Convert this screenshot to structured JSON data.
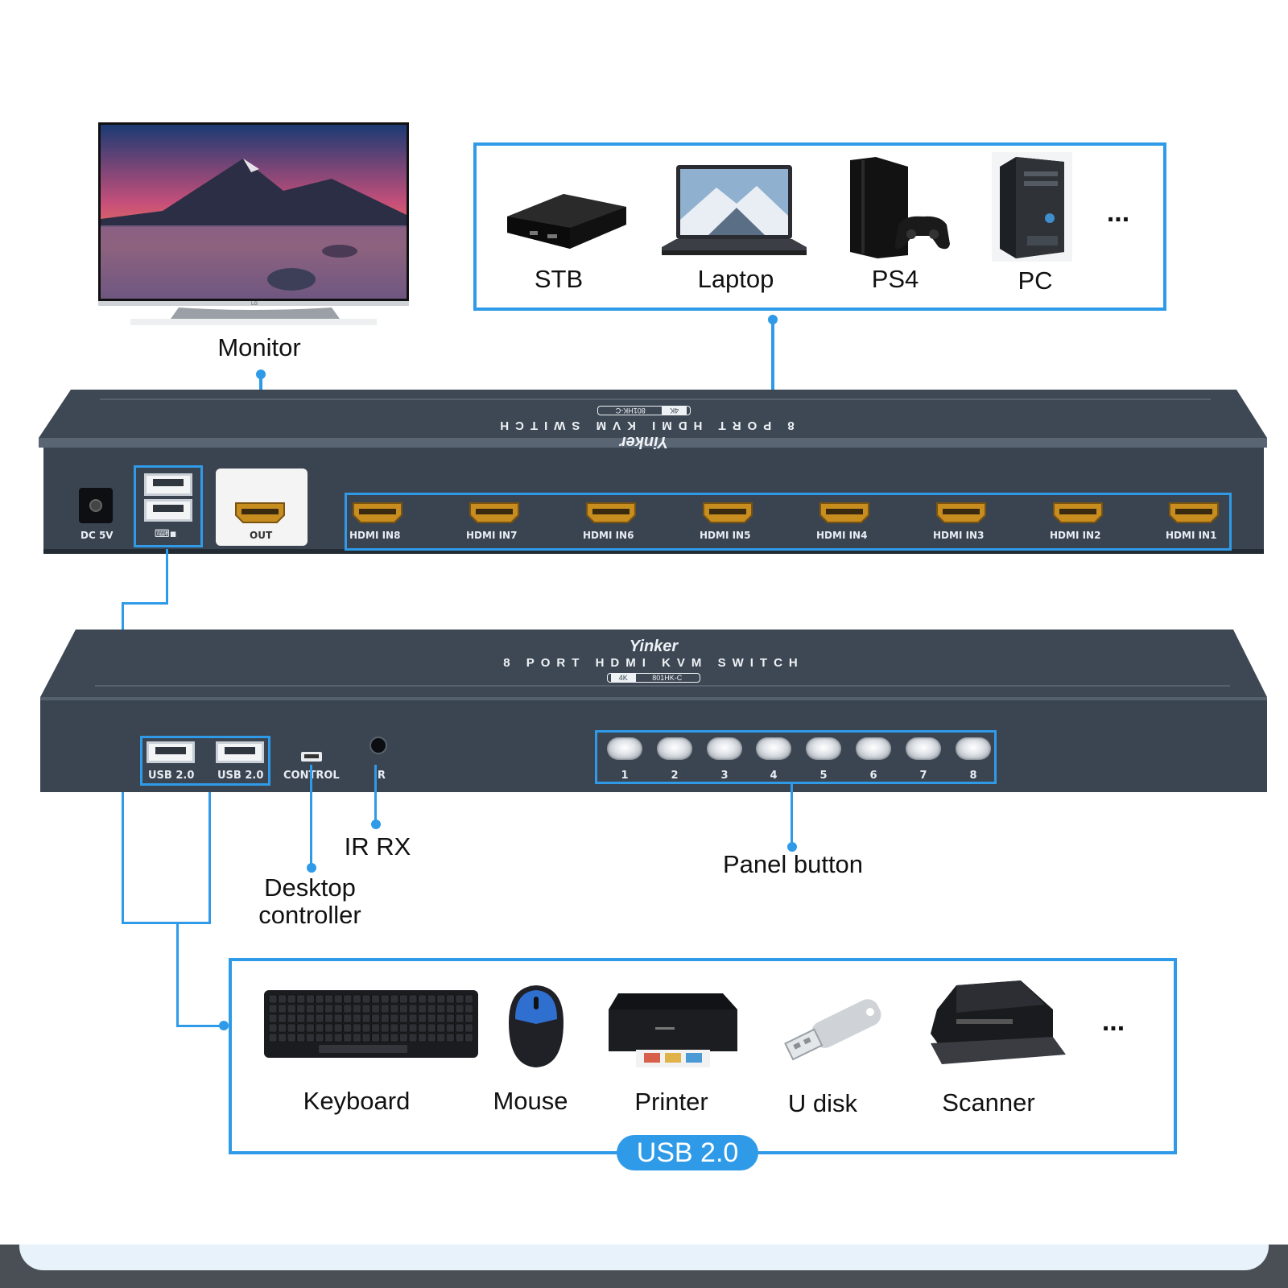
{
  "monitor": {
    "label": "Monitor",
    "brand_mark": "LG"
  },
  "sources": {
    "items": [
      {
        "label": "STB",
        "icon": "set-top-box-icon"
      },
      {
        "label": "Laptop",
        "icon": "laptop-icon"
      },
      {
        "label": "PS4",
        "icon": "game-console-icon"
      },
      {
        "label": "PC",
        "icon": "desktop-tower-icon"
      }
    ],
    "more": "..."
  },
  "rear_panel": {
    "device_text": {
      "brand": "Yinker",
      "title": "8 PORT HDMI KVM SWITCH",
      "badge": "4K",
      "model": "801HK-C"
    },
    "power_label": "DC 5V",
    "out_label": "OUT",
    "hdmi_inputs": [
      "HDMI IN8",
      "HDMI IN7",
      "HDMI IN6",
      "HDMI IN5",
      "HDMI IN4",
      "HDMI IN3",
      "HDMI IN2",
      "HDMI IN1"
    ]
  },
  "front_panel": {
    "device_text": {
      "brand": "Yinker",
      "title": "8 PORT HDMI KVM SWITCH",
      "badge": "4K",
      "model": "801HK-C"
    },
    "usb_ports": [
      "USB 2.0",
      "USB 2.0"
    ],
    "control_label": "CONTROL",
    "ir_label": "IR",
    "buttons": [
      "1",
      "2",
      "3",
      "4",
      "5",
      "6",
      "7",
      "8"
    ]
  },
  "callouts": {
    "ir_rx": "IR RX",
    "desktop_controller": [
      "Desktop",
      "controller"
    ],
    "panel_button": "Panel button"
  },
  "peripherals": {
    "items": [
      {
        "label": "Keyboard",
        "icon": "keyboard-icon"
      },
      {
        "label": "Mouse",
        "icon": "mouse-icon"
      },
      {
        "label": "Printer",
        "icon": "printer-icon"
      },
      {
        "label": "U disk",
        "icon": "usb-flash-drive-icon"
      },
      {
        "label": "Scanner",
        "icon": "scanner-icon"
      }
    ],
    "more": "...",
    "badge": "USB 2.0"
  },
  "colors": {
    "accent": "#2f9be8",
    "device": "#3a4450",
    "port_gold": "#d9a12a"
  }
}
